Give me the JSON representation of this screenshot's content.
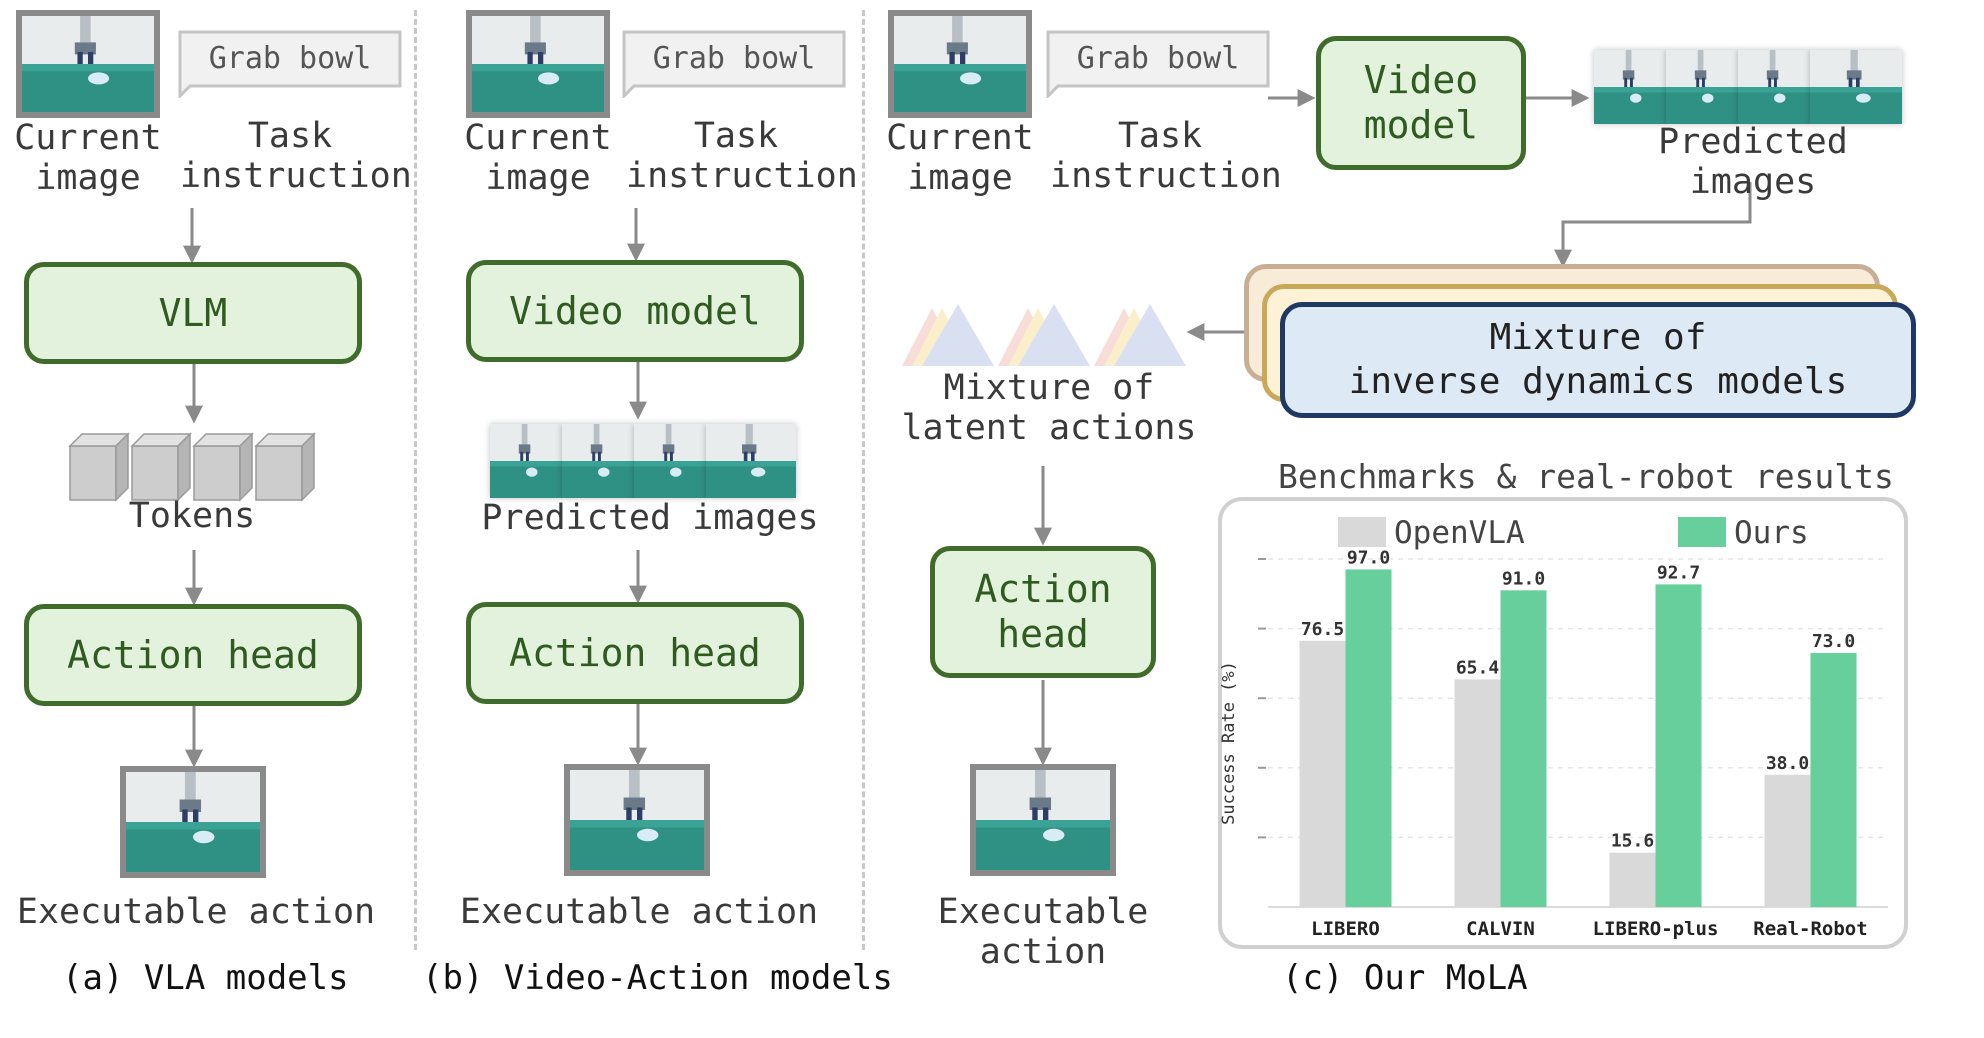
{
  "panel_a": {
    "current_image": "Current\nimage",
    "instruction_text": "Grab bowl",
    "task_instruction": "Task\ninstruction",
    "vlm": "VLM",
    "tokens": "Tokens",
    "action_head": "Action head",
    "executable_action": "Executable action",
    "caption": "(a) VLA models"
  },
  "panel_b": {
    "current_image": "Current\nimage",
    "instruction_text": "Grab bowl",
    "task_instruction": "Task\ninstruction",
    "video_model": "Video model",
    "predicted_images": "Predicted images",
    "action_head": "Action head",
    "executable_action": "Executable action",
    "caption": "(b) Video-Action models"
  },
  "panel_c": {
    "current_image": "Current\nimage",
    "instruction_text": "Grab bowl",
    "task_instruction": "Task\ninstruction",
    "video_model": "Video\nmodel",
    "predicted_images": "Predicted images",
    "mixture_idm": "Mixture of\ninverse dynamics models",
    "mixture_latent": "Mixture of\nlatent actions",
    "action_head": "Action\nhead",
    "executable_action": "Executable action",
    "caption": "(c) Our MoLA",
    "benchmarks_title": "Benchmarks & real-robot results"
  },
  "colors": {
    "box_fill": "#e3f2dc",
    "box_border": "#3f6c2b",
    "idm_fill": "#dde9f5",
    "idm_border": "#1f3864",
    "openvla": "#d9d9d9",
    "ours": "#66cf9c"
  },
  "chart_data": {
    "type": "bar",
    "title": "Benchmarks & real-robot results",
    "ylabel": "Success Rate (%)",
    "categories": [
      "LIBERO",
      "CALVIN",
      "LIBERO-plus",
      "Real-Robot"
    ],
    "series": [
      {
        "name": "OpenVLA",
        "values": [
          76.5,
          65.4,
          15.6,
          38.0
        ],
        "labels": [
          "76.5",
          "65.4",
          "15.6",
          "38.0"
        ]
      },
      {
        "name": "Ours",
        "values": [
          97.0,
          91.0,
          92.7,
          73.0
        ],
        "labels": [
          "97.0",
          "91.0",
          "92.7",
          "73.0"
        ]
      }
    ],
    "ylim": [
      0,
      100
    ],
    "grid": true,
    "legend": "top"
  }
}
